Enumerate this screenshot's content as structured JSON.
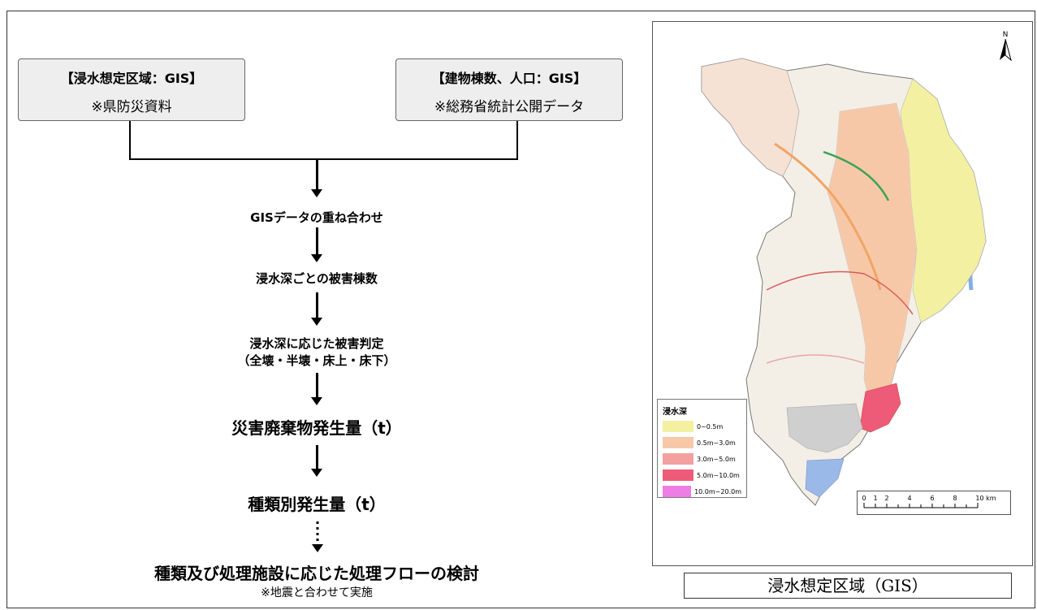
{
  "flow": {
    "source_left": {
      "title": "【浸水想定区域：GIS】",
      "subtitle": "※県防災資料"
    },
    "source_right": {
      "title": "【建物棟数、人口：GIS】",
      "subtitle": "※総務省統計公開データ"
    },
    "steps": {
      "overlay": "GISデータの重ね合わせ",
      "damage_count": "浸水深ごとの被害棟数",
      "judgement_line1": "浸水深に応じた被害判定",
      "judgement_line2": "（全壊・半壊・床上・床下）",
      "waste_amount": "災害廃棄物発生量（t）",
      "type_amount": "種類別発生量（t）",
      "process_flow": "種類及び処理施設に応じた処理フローの検討"
    },
    "note": "※地震と合わせて実施"
  },
  "map": {
    "north_label": "N",
    "legend_title": "浸水深",
    "legend": [
      {
        "label": "0~0.5m",
        "color": "#f3f0a2"
      },
      {
        "label": "0.5m~3.0m",
        "color": "#f7c8a8"
      },
      {
        "label": "3.0m~5.0m",
        "color": "#f4a0a0"
      },
      {
        "label": "5.0m~10.0m",
        "color": "#ee5b78"
      },
      {
        "label": "10.0m~20.0m",
        "color": "#ee7de6"
      }
    ],
    "scale_ticks": [
      "0",
      "1",
      "2",
      "4",
      "6",
      "8",
      "10 km"
    ],
    "caption": "浸水想定区域（GIS）"
  }
}
